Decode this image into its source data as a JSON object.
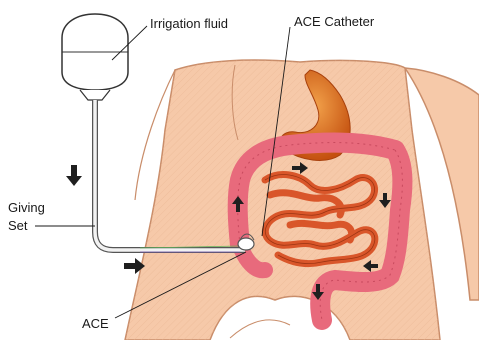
{
  "labels": {
    "irrigation_fluid": "Irrigation fluid",
    "ace_catheter": "ACE Catheter",
    "giving_set_line1": "Giving",
    "giving_set_line2": "Set",
    "ace": "ACE"
  },
  "colors": {
    "skin": "#f6c9a9",
    "skin_outline": "#c98d6a",
    "large_intestine": "#e86a7c",
    "small_intestine": "#d9562a",
    "stomach": "#e0691a",
    "arrow": "#1f1f1f",
    "tube": "#e8e8e8"
  },
  "icons": {
    "flow_arrow": "arrow-icon"
  }
}
